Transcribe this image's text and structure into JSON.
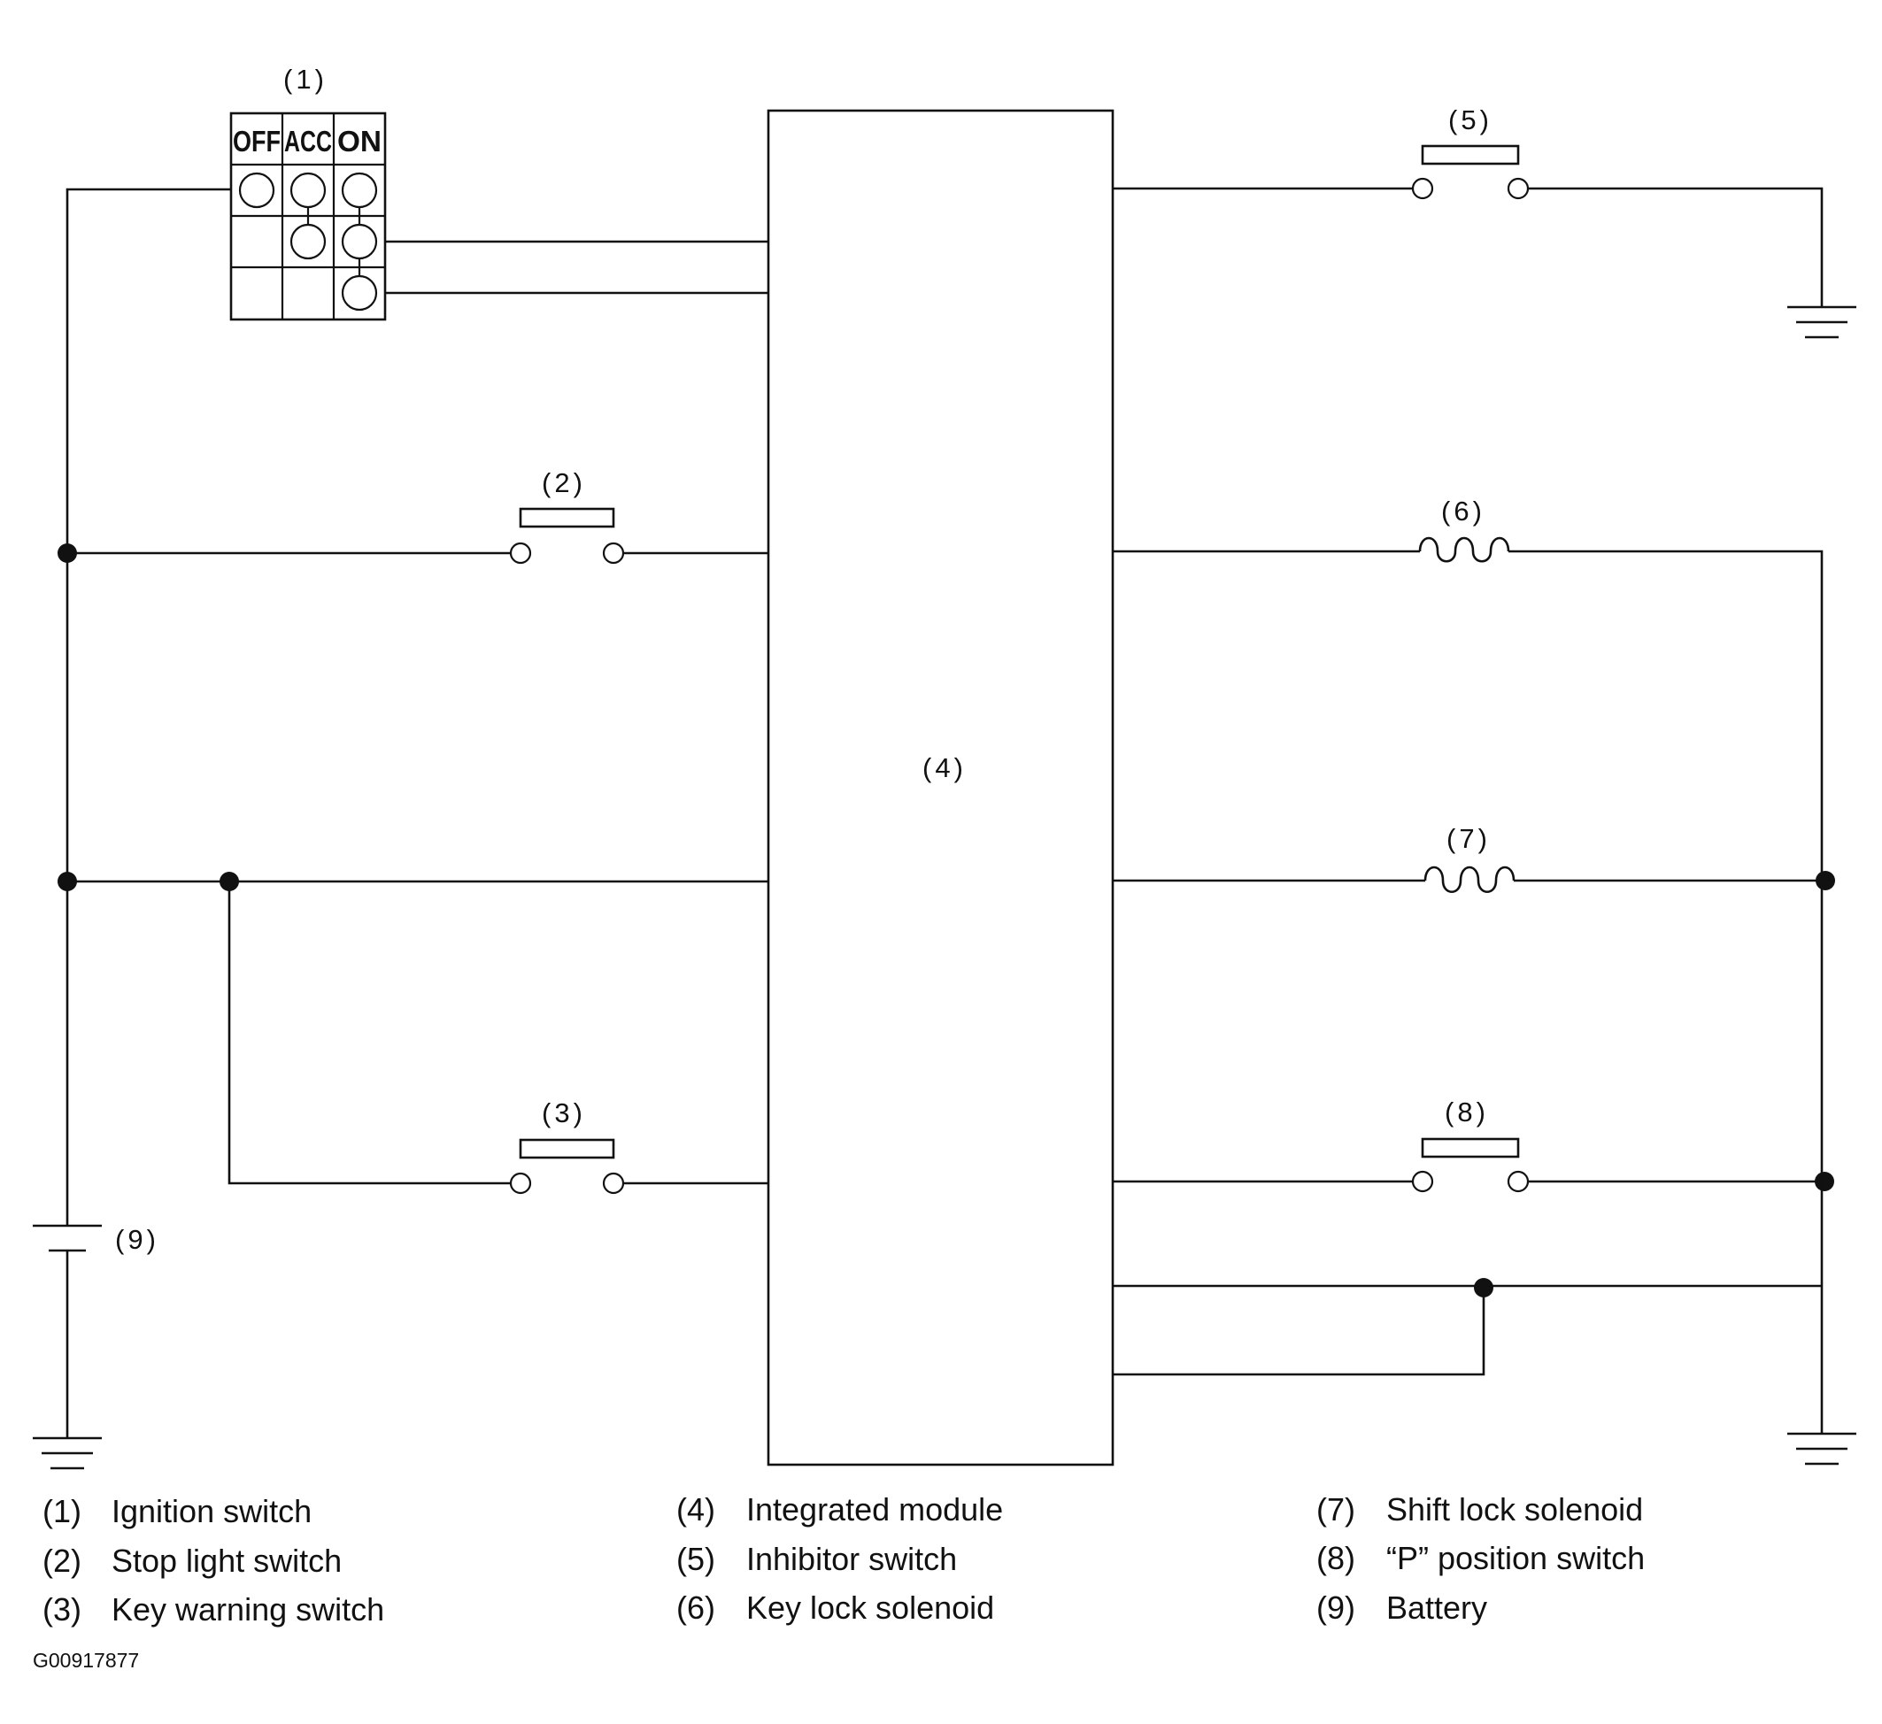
{
  "labels": {
    "c1": "(1)",
    "c2": "(2)",
    "c3": "(3)",
    "c4": "(4)",
    "c5": "(5)",
    "c6": "(6)",
    "c7": "(7)",
    "c8": "(8)",
    "c9": "(9)"
  },
  "ignition_table": {
    "headers": [
      "OFF",
      "ACC",
      "ON"
    ]
  },
  "legend": [
    {
      "num": "(1)",
      "text": "Ignition switch"
    },
    {
      "num": "(2)",
      "text": "Stop light switch"
    },
    {
      "num": "(3)",
      "text": "Key warning switch"
    },
    {
      "num": "(4)",
      "text": "Integrated module"
    },
    {
      "num": "(5)",
      "text": "Inhibitor switch"
    },
    {
      "num": "(6)",
      "text": "Key lock solenoid"
    },
    {
      "num": "(7)",
      "text": "Shift lock solenoid"
    },
    {
      "num": "(8)",
      "text": "“P” position switch"
    },
    {
      "num": "(9)",
      "text": "Battery"
    }
  ],
  "figure_code": "G00917877"
}
